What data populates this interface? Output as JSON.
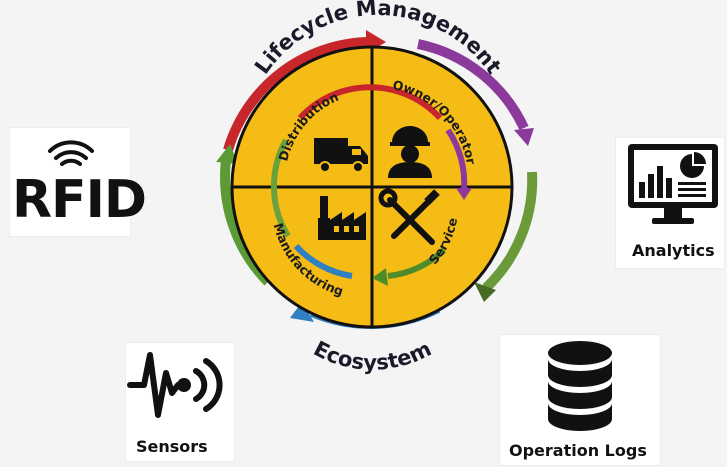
{
  "outer_labels": {
    "top": "Lifecycle Management",
    "bottom": "Ecosystem"
  },
  "segments": {
    "distribution": "Distribution",
    "owner_operator": "Owner/Operator",
    "service": "Service",
    "manufacturing": "Manufacturing"
  },
  "side_items": {
    "rfid": "RFID",
    "analytics": "Analytics",
    "sensors": "Sensors",
    "operation_logs": "Operation Logs"
  },
  "colors": {
    "wheel_yellow": "#f6bc16",
    "arrow_red": "#c7272b",
    "arrow_purple": "#8b3a9c",
    "arrow_green": "#6a9a3a",
    "arrow_blue": "#2f7fc1"
  }
}
